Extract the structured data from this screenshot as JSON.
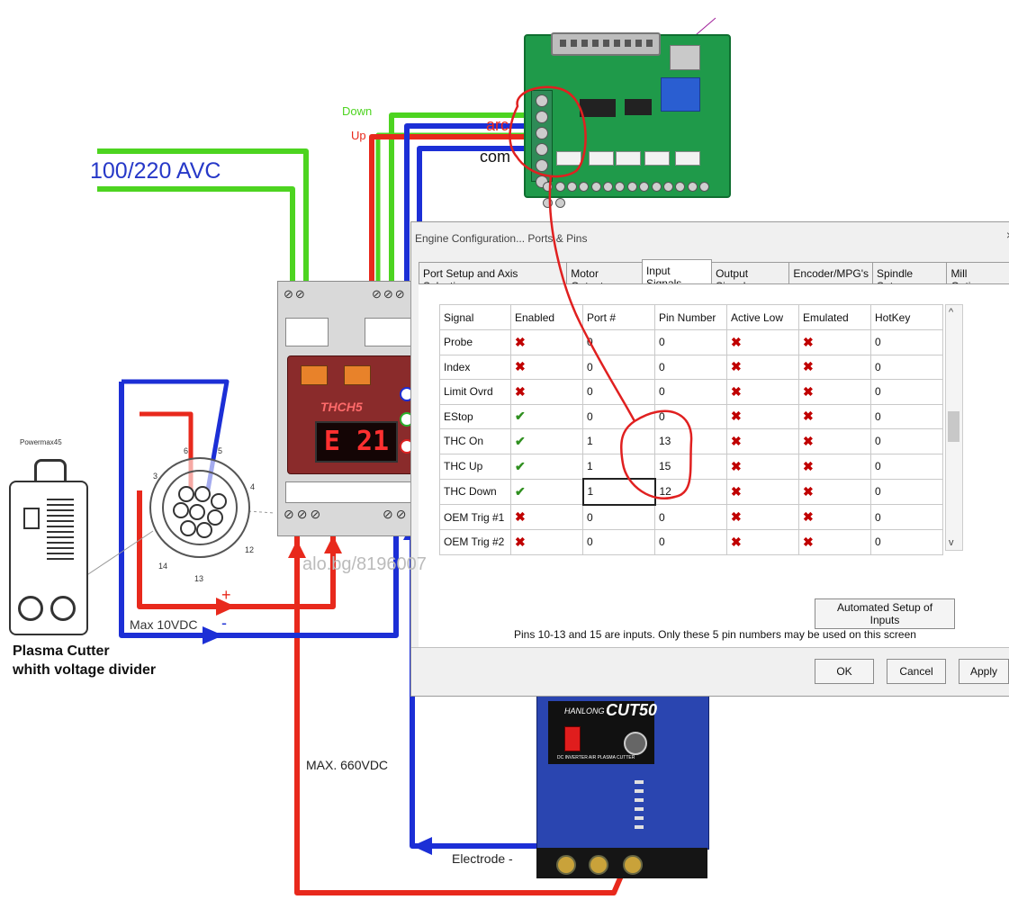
{
  "diagram": {
    "supply_label": "100/220 AVC",
    "down_label": "Down",
    "up_label": "Up",
    "arc_label": "arc",
    "com_label": "com",
    "max10_label": "Max 10VDC",
    "plus_label": "+",
    "minus_label": "-",
    "max660_label": "MAX. 660VDC",
    "electrode_label": "Electrode -",
    "watermark": "alo.bg/8196007",
    "plasma_title": "Powermax45",
    "plasma_caption_1": "Plasma Cutter",
    "plasma_caption_2": "whith voltage divider",
    "thc_display": "E 21",
    "thc_logo": "THCH5",
    "thc_screws": "⊘⊘",
    "thc_screws_right": "⊘⊘⊘",
    "thc_bottom_screws": "⊘⊘⊘",
    "connector_pins": [
      "3",
      "6",
      "5",
      "4",
      "12",
      "13",
      "14"
    ],
    "cut50_brand": "HANLONG",
    "cut50_model": "CUT50",
    "cut50_slogan": "DC INVERTER AIR PLASMA CUTTER",
    "colors": {
      "green": "#4dd420",
      "red": "#e8291c",
      "blue": "#1c2fd6",
      "pen": "#e02020"
    }
  },
  "dialog": {
    "title": "Engine Configuration... Ports & Pins",
    "tabs": [
      "Port Setup and Axis Selection",
      "Motor Outputs",
      "Input Signals",
      "Output Signals",
      "Encoder/MPG's",
      "Spindle Setup",
      "Mill Options"
    ],
    "active_tab": "Input Signals",
    "columns": [
      "Signal",
      "Enabled",
      "Port #",
      "Pin Number",
      "Active Low",
      "Emulated",
      "HotKey"
    ],
    "rows": [
      {
        "signal": "Probe",
        "enabled": "x",
        "port": "0",
        "pin": "0",
        "active_low": "x",
        "emulated": "x",
        "hotkey": "0"
      },
      {
        "signal": "Index",
        "enabled": "x",
        "port": "0",
        "pin": "0",
        "active_low": "x",
        "emulated": "x",
        "hotkey": "0"
      },
      {
        "signal": "Limit Ovrd",
        "enabled": "x",
        "port": "0",
        "pin": "0",
        "active_low": "x",
        "emulated": "x",
        "hotkey": "0"
      },
      {
        "signal": "EStop",
        "enabled": "v",
        "port": "0",
        "pin": "0",
        "active_low": "x",
        "emulated": "x",
        "hotkey": "0"
      },
      {
        "signal": "THC On",
        "enabled": "v",
        "port": "1",
        "pin": "13",
        "active_low": "x",
        "emulated": "x",
        "hotkey": "0"
      },
      {
        "signal": "THC Up",
        "enabled": "v",
        "port": "1",
        "pin": "15",
        "active_low": "x",
        "emulated": "x",
        "hotkey": "0"
      },
      {
        "signal": "THC Down",
        "enabled": "v",
        "port": "1",
        "pin": "12",
        "active_low": "x",
        "emulated": "x",
        "hotkey": "0"
      },
      {
        "signal": "OEM Trig #1",
        "enabled": "x",
        "port": "0",
        "pin": "0",
        "active_low": "x",
        "emulated": "x",
        "hotkey": "0"
      },
      {
        "signal": "OEM Trig #2",
        "enabled": "x",
        "port": "0",
        "pin": "0",
        "active_low": "x",
        "emulated": "x",
        "hotkey": "0"
      }
    ],
    "note": "Pins 10-13 and 15 are inputs. Only these 5 pin numbers may be used on this screen",
    "automated_button": "Automated Setup of Inputs",
    "ok_button": "OK",
    "cancel_button": "Cancel",
    "apply_button": "Apply",
    "close_glyph": "×"
  }
}
